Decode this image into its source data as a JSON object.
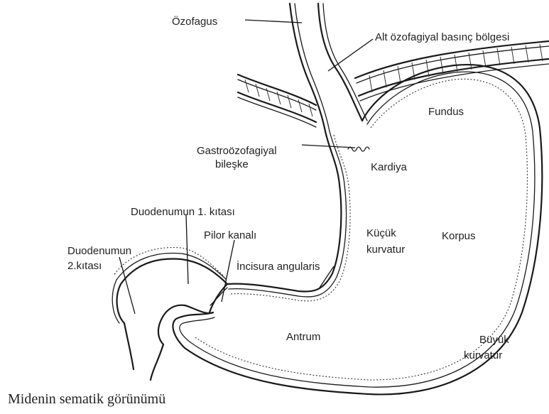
{
  "labels": {
    "ozofagus": "Özofagus",
    "alt_ozofagiyal": "Alt özofagiyal basınç bölgesi",
    "fundus": "Fundus",
    "gastro_line1": "Gastroözofagiyal",
    "gastro_line2": "bileşke",
    "kardiya": "Kardiya",
    "duod1": "Duodenumun 1. kıtası",
    "pilor": "Pilor kanalı",
    "kucuk1": "Küçük",
    "kucuk2": "kurvatur",
    "korpus": "Korpus",
    "duod2_line1": "Duodenumun",
    "duod2_line2": "2.kıtası",
    "incisura": "İncisura angularis",
    "antrum": "Antrum",
    "buyuk1": "Büyük",
    "buyuk2": "kurvatur"
  },
  "caption": "Midenin sematik görünümü"
}
